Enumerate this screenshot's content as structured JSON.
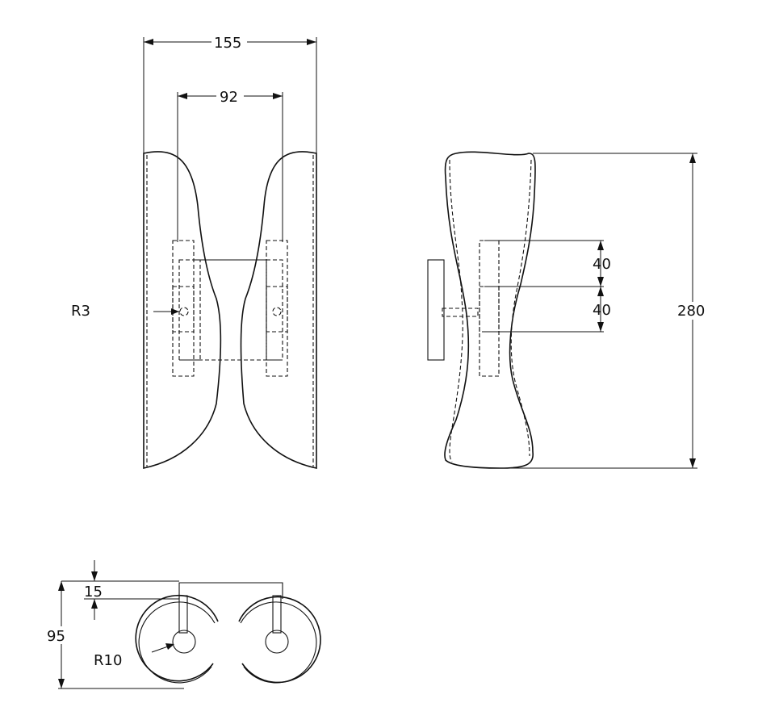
{
  "drawing": {
    "front_view": {
      "width_dim": "155",
      "spacing_dim": "92",
      "radius_label": "R3"
    },
    "side_view": {
      "height_dim": "280",
      "upper_dim": "40",
      "lower_dim": "40"
    },
    "top_view": {
      "depth_dim": "95",
      "offset_dim": "15",
      "radius_label": "R10"
    }
  }
}
